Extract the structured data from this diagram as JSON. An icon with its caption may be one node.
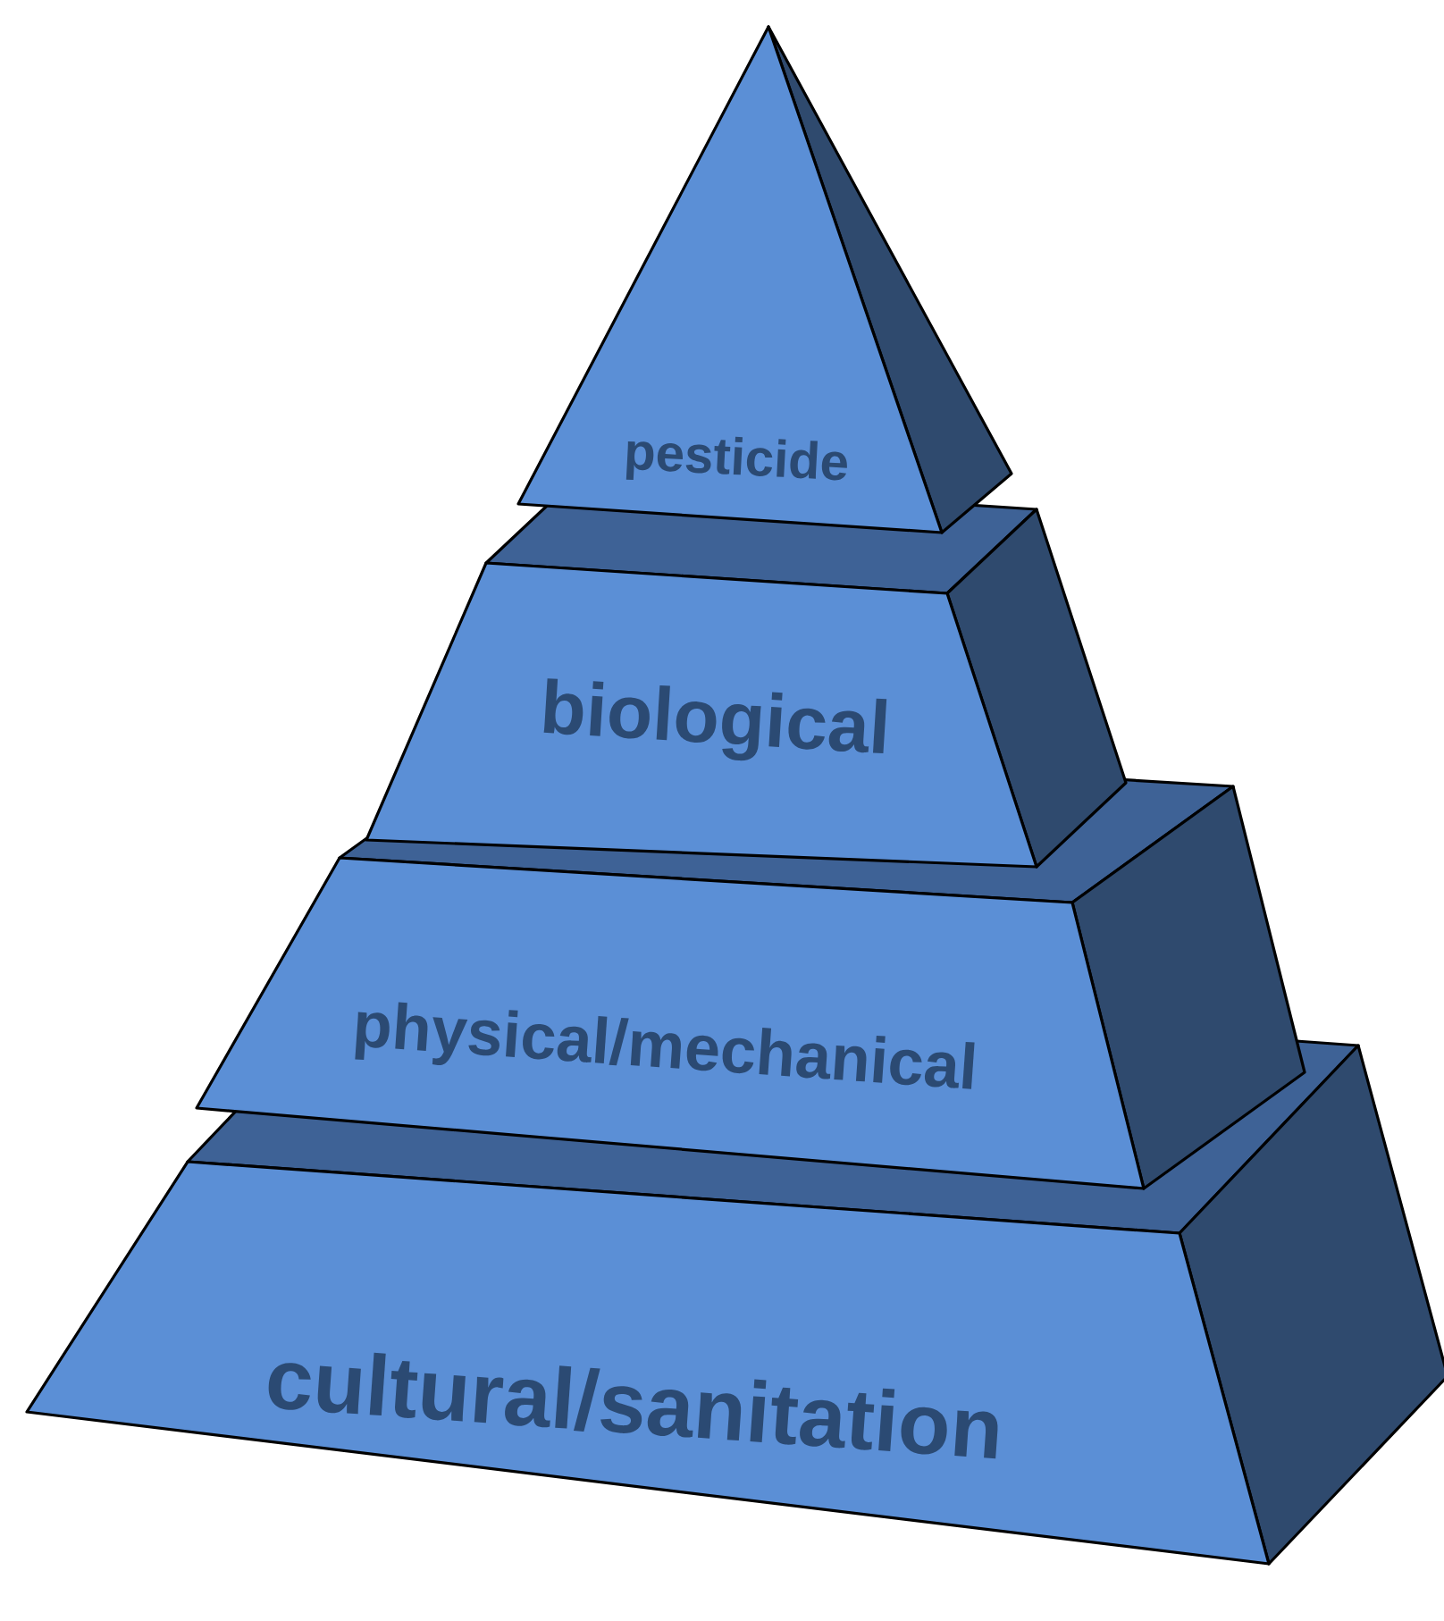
{
  "diagram": {
    "nodes": [
      {
        "text": [
          "pesticide"
        ]
      },
      {
        "text": [
          "biological"
        ]
      },
      {
        "text": [
          "physical/mechanical"
        ]
      },
      {
        "text": [
          "cultural/sanitation"
        ]
      }
    ]
  }
}
